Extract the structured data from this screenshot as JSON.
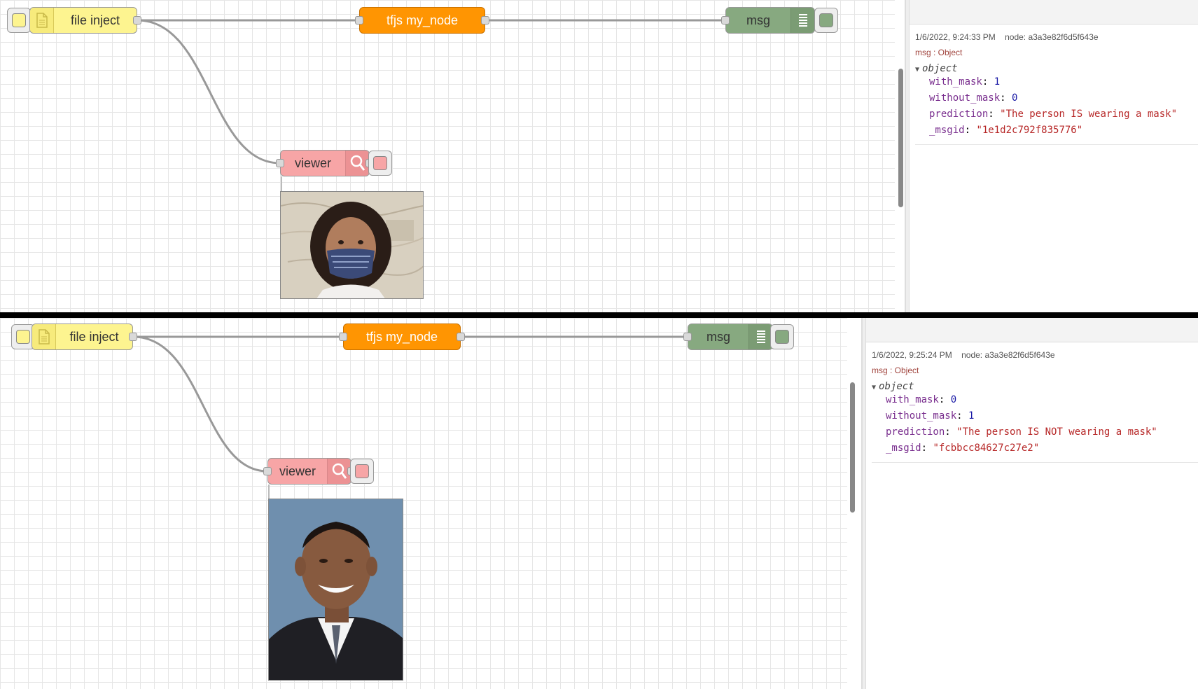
{
  "panels": [
    {
      "nodes": {
        "inject_label": "file inject",
        "tfjs_label": "tfjs my_node",
        "debug_label": "msg",
        "viewer_label": "viewer"
      },
      "viewer_image": "masked-woman-photo",
      "debug": {
        "timestamp": "1/6/2022, 9:24:33 PM",
        "node": "node: a3a3e82f6d5f643e",
        "msg_type": "msg : Object",
        "root": "object",
        "fields": [
          {
            "key": "with_mask",
            "value": "1",
            "kind": "num"
          },
          {
            "key": "without_mask",
            "value": "0",
            "kind": "num"
          },
          {
            "key": "prediction",
            "value": "\"The person IS wearing a mask\"",
            "kind": "str"
          },
          {
            "key": "_msgid",
            "value": "\"1e1d2c792f835776\"",
            "kind": "str"
          }
        ]
      }
    },
    {
      "nodes": {
        "inject_label": "file inject",
        "tfjs_label": "tfjs my_node",
        "debug_label": "msg",
        "viewer_label": "viewer"
      },
      "viewer_image": "man-in-suit-photo",
      "debug": {
        "timestamp": "1/6/2022, 9:25:24 PM",
        "node": "node: a3a3e82f6d5f643e",
        "msg_type": "msg : Object",
        "root": "object",
        "fields": [
          {
            "key": "with_mask",
            "value": "0",
            "kind": "num"
          },
          {
            "key": "without_mask",
            "value": "1",
            "kind": "num"
          },
          {
            "key": "prediction",
            "value": "\"The person IS NOT wearing a mask\"",
            "kind": "str"
          },
          {
            "key": "_msgid",
            "value": "\"fcbbcc84627c27e2\"",
            "kind": "str"
          }
        ]
      }
    }
  ],
  "colors": {
    "inject": "#fdf490",
    "tfjs": "#ff9502",
    "debug": "#87a980",
    "viewer": "#f7a5a6",
    "wire": "#999999"
  }
}
